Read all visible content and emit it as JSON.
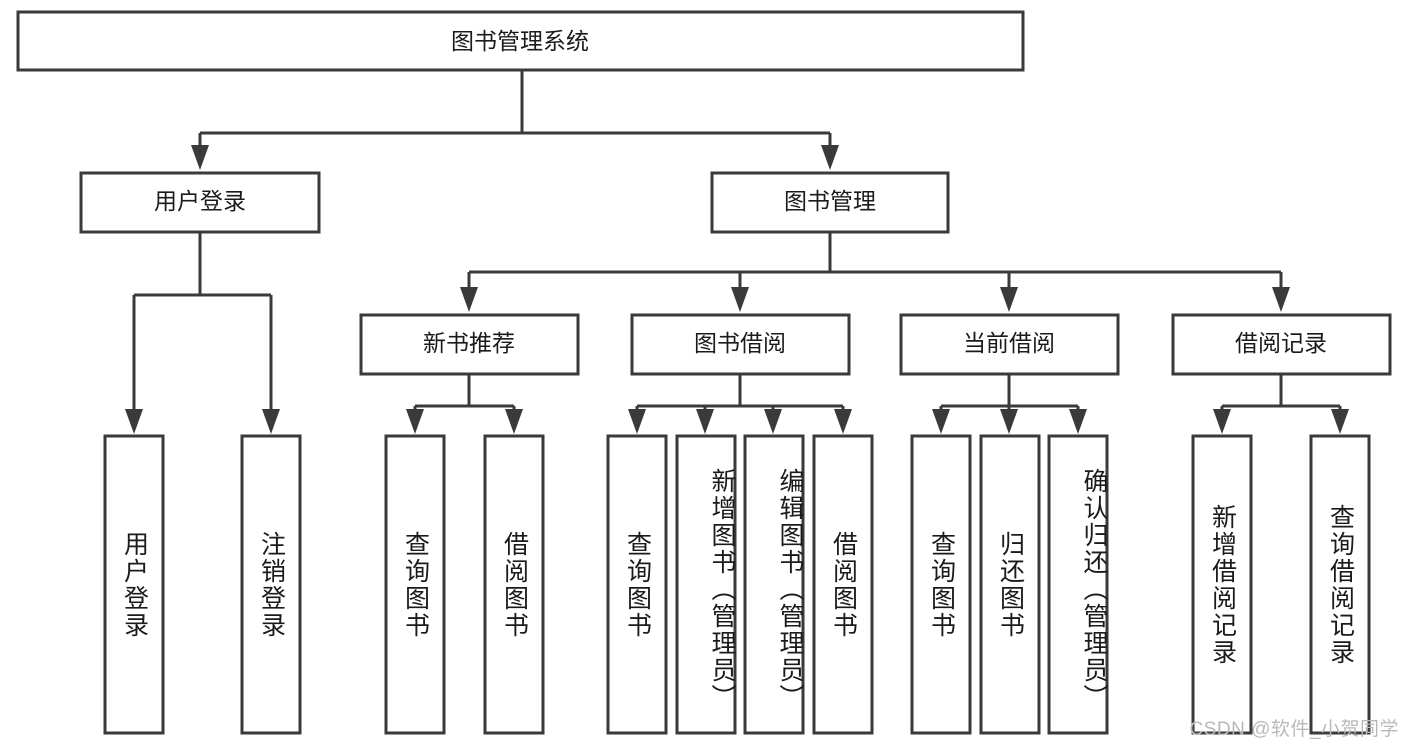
{
  "diagram": {
    "title": "图书管理系统",
    "watermark": "CSDN @软件_小贺同学",
    "colors": {
      "background": "#ffffff",
      "box_stroke": "#3a3a3a",
      "box_fill": "#ffffff",
      "text": "#1b1b1b",
      "watermark": "#b9b9b9"
    },
    "root": {
      "label": "图书管理系统"
    },
    "level2": [
      {
        "label": "用户登录"
      },
      {
        "label": "图书管理"
      }
    ],
    "level3": [
      {
        "label": "新书推荐"
      },
      {
        "label": "图书借阅"
      },
      {
        "label": "当前借阅"
      },
      {
        "label": "借阅记录"
      }
    ],
    "leaves": [
      {
        "label": "用户登录",
        "parent": "用户登录"
      },
      {
        "label": "注销登录",
        "parent": "用户登录"
      },
      {
        "label": "查询图书",
        "parent": "新书推荐"
      },
      {
        "label": "借阅图书",
        "parent": "新书推荐"
      },
      {
        "label": "查询图书",
        "parent": "图书借阅"
      },
      {
        "label": "新增图书（管理员）",
        "parent": "图书借阅"
      },
      {
        "label": "编辑图书（管理员）",
        "parent": "图书借阅"
      },
      {
        "label": "借阅图书",
        "parent": "图书借阅"
      },
      {
        "label": "查询图书",
        "parent": "当前借阅"
      },
      {
        "label": "归还图书",
        "parent": "当前借阅"
      },
      {
        "label": "确认归还（管理员）",
        "parent": "当前借阅"
      },
      {
        "label": "新增借阅记录",
        "parent": "借阅记录"
      },
      {
        "label": "查询借阅记录",
        "parent": "借阅记录"
      }
    ]
  }
}
